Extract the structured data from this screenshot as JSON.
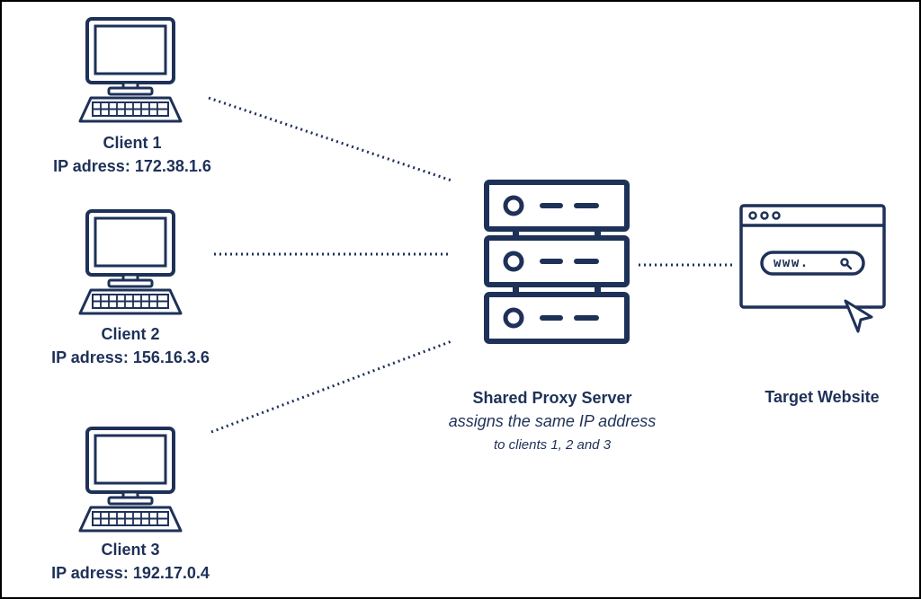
{
  "clients": [
    {
      "name": "Client 1",
      "ip": "IP adress: 172.38.1.6"
    },
    {
      "name": "Client 2",
      "ip": "IP adress: 156.16.3.6"
    },
    {
      "name": "Client 3",
      "ip": "IP adress: 192.17.0.4"
    }
  ],
  "proxy": {
    "title": "Shared Proxy Server",
    "line1": "assigns the same IP address",
    "line2": "to clients 1, 2 and 3"
  },
  "target": {
    "title": "Target Website",
    "url_text": "www."
  },
  "colors": {
    "ink": "#1e3158",
    "border": "#000000",
    "background": "#ffffff"
  },
  "icons": [
    "computer-icon",
    "server-rack-icon",
    "browser-window-icon",
    "search-icon",
    "cursor-arrow-icon"
  ]
}
